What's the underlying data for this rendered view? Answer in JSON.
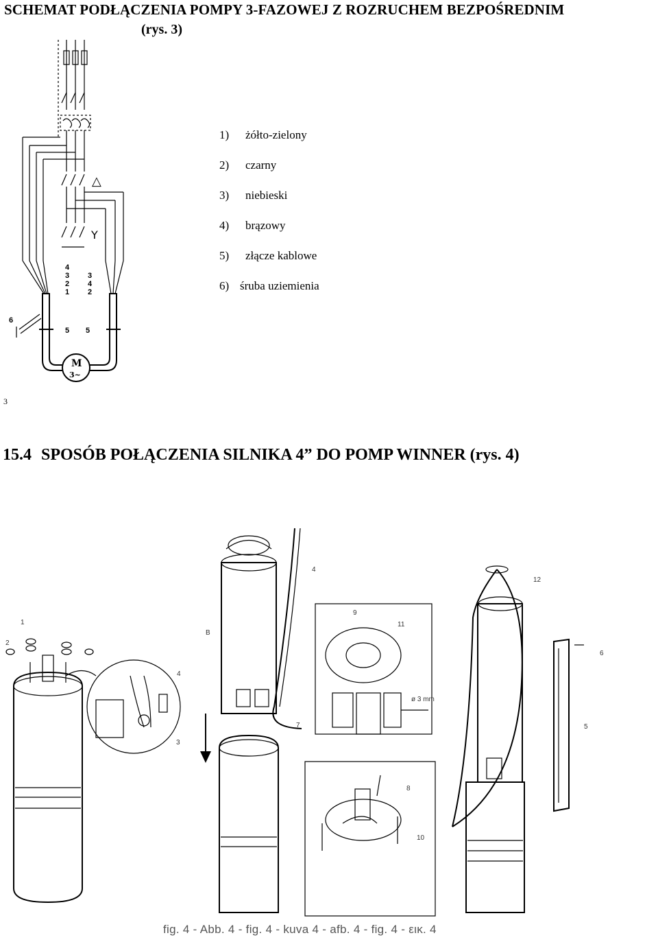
{
  "header": {
    "title": "SCHEMAT PODŁĄCZENIA POMPY 3-FAZOWEJ Z ROZRUCHEM  BEZPOŚREDNIM",
    "subtitle": "(rys. 3)"
  },
  "legend": [
    {
      "num": "1)",
      "text": "żółto-zielony"
    },
    {
      "num": "2)",
      "text": "czarny"
    },
    {
      "num": "3)",
      "text": "niebieski"
    },
    {
      "num": "4)",
      "text": "brązowy"
    },
    {
      "num": "5)",
      "text": "złącze kablowe"
    },
    {
      "num": "6)",
      "text": "śruba uziemienia"
    }
  ],
  "page_number": "3",
  "section": {
    "num": "15.4",
    "title": "SPOSÓB POŁĄCZENIA SILNIKA 4” DO POMP WINNER  (rys. 4)"
  },
  "figure_caption": "fig. 4 - Abb. 4 - fig. 4 - kuva 4 - afb. 4 - fig. 4 - εικ. 4",
  "schematic_labels": {
    "left_wires": [
      "4",
      "3",
      "2",
      "1"
    ],
    "right_wires": [
      "3",
      "4",
      "2"
    ],
    "delta": "△",
    "star": "Y",
    "connector_left": "5",
    "connector_right": "5",
    "ground": "6",
    "motor_top": "M",
    "motor_bottom": "3~"
  },
  "pump_labels": [
    "1",
    "2",
    "3",
    "4",
    "B",
    "4",
    "7",
    "9",
    "11",
    "ø 3 mm",
    "8",
    "10",
    "12",
    "6",
    "5"
  ]
}
